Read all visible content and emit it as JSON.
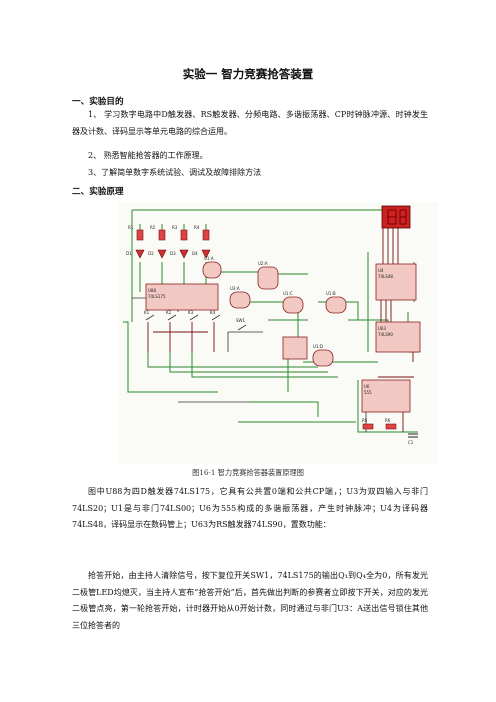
{
  "title": "实验一  智力竞赛抢答装置",
  "section1": {
    "heading": "一、实验目的",
    "items": [
      "1、 学习数字电路中D触发器、RS触发器、分频电路、多谐振荡器、CP时钟脉冲源、时钟发生器及计数、译码显示等单元电路的综合运用。",
      "2、 熟悉智能抢答器的工作原理。",
      "3、了解简单数字系统试验、调试及故障排除方法"
    ]
  },
  "section2": {
    "heading": "二、实验原理",
    "figure_caption": "图16-1  智力竞赛抢答器装置原理图",
    "paragraphs": [
      "图中U88为四D触发器74LS175，它具有公共置0端和公共CP端，；U3为双四输入与非门74LS20；U1是与非门74LS00；U6为555构成的多谐振荡器，产生时钟脉冲；U4为译码器74LS48，译码显示在数码管上；U63为RS触发器74LS90，置数功能：",
      "抢答开始，由主持人清除信号，按下复位开关SW1，74LS175的输出Q₁到Q₄全为0，所有发光二极管LED均熄灭，当主持人宣布“抢答开始”后，首先做出判断的参赛者立即按下开关，对应的发光二极管点亮，第一轮抢答开始，计时器开始从0开始计数，同时通过与非门U3：A送出信号锁住其他三位抢答者的"
    ]
  },
  "schematic": {
    "labels": [
      "R1",
      "R2",
      "R3",
      "R4",
      "D1",
      "D2",
      "D3",
      "D4",
      "U1:A",
      "U88",
      "74LS175",
      "U2:A",
      "U3:A",
      "U1:C",
      "U1:B",
      "U1:D",
      "U4",
      "74LS48",
      "U63",
      "74LS90",
      "U6",
      "555",
      "SW1",
      "K1",
      "K2",
      "K3",
      "K4",
      "R5",
      "R6",
      "C1"
    ]
  }
}
